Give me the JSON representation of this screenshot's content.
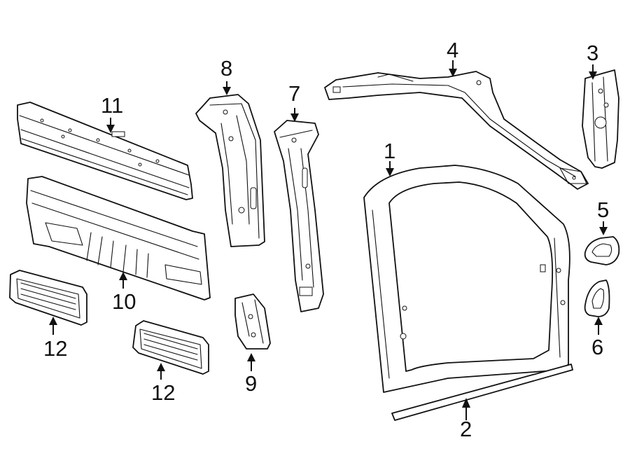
{
  "callouts": {
    "c1": "1",
    "c2": "2",
    "c3": "3",
    "c4": "4",
    "c5": "5",
    "c6": "6",
    "c7": "7",
    "c8": "8",
    "c9": "9",
    "c10": "10",
    "c11": "11",
    "c12a": "12",
    "c12b": "12"
  },
  "parts": [
    {
      "callout": "1",
      "name": "door-opening-panel"
    },
    {
      "callout": "2",
      "name": "rocker-molding"
    },
    {
      "callout": "3",
      "name": "pillar-reinforcement-bracket"
    },
    {
      "callout": "4",
      "name": "roof-rail-assembly"
    },
    {
      "callout": "5",
      "name": "upper-gusset"
    },
    {
      "callout": "6",
      "name": "lower-gusset"
    },
    {
      "callout": "7",
      "name": "center-pillar"
    },
    {
      "callout": "8",
      "name": "rear-pillar"
    },
    {
      "callout": "9",
      "name": "pillar-lower-bracket"
    },
    {
      "callout": "10",
      "name": "back-panel"
    },
    {
      "callout": "11",
      "name": "upper-back-panel-reinforcement"
    },
    {
      "callout": "12",
      "name": "vent-grille"
    }
  ],
  "colors": {
    "ink": "#111111",
    "background": "#ffffff"
  }
}
